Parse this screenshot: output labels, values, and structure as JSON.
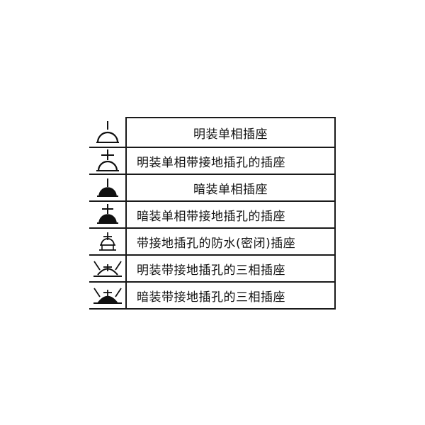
{
  "rows": [
    {
      "icon": "surface-single-phase-socket-icon",
      "label": "明装单相插座"
    },
    {
      "icon": "surface-single-phase-grounded-socket-icon",
      "label": "明装单相带接地插孔的插座"
    },
    {
      "icon": "concealed-single-phase-socket-icon",
      "label": "暗装单相插座"
    },
    {
      "icon": "concealed-single-phase-grounded-socket-icon",
      "label": "暗装单相带接地插孔的插座"
    },
    {
      "icon": "waterproof-sealed-grounded-socket-icon",
      "label": "带接地插孔的防水(密闭)插座"
    },
    {
      "icon": "surface-three-phase-grounded-socket-icon",
      "label": "明装带接地插孔的三相插座"
    },
    {
      "icon": "concealed-three-phase-grounded-socket-icon",
      "label": "暗装带接地插孔的三相插座"
    }
  ]
}
